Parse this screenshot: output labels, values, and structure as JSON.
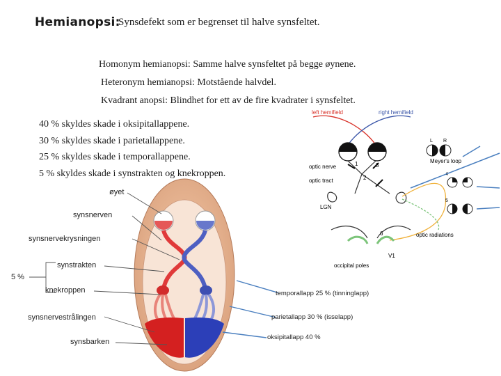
{
  "title": {
    "term": "Hemianopsi:",
    "definition": "Synsdefekt som er begrenset til halve synsfeltet."
  },
  "definitions": [
    "Homonym hemianopsi: Samme halve synsfeltet på begge øynene.",
    "Heteronym hemianopsi: Motstående halvdel.",
    "Kvadrant anopsi: Blindhet for ett av de fire kvadrater i synsfeltet."
  ],
  "causes": [
    "40 % skyldes skade i oksipitallappene.",
    "30 % skyldes skade i parietallappene.",
    "25 % skyldes skade i temporallappene.",
    "5 % skyldes skade i synstrakten og knekroppen."
  ],
  "brain_labels": {
    "eye": "øyet",
    "optic_nerve": "synsnerven",
    "chiasm": "synsnervekrysningen",
    "tract": "synstrakten",
    "lgn": "knekroppen",
    "radiation": "synsnervestrålingen",
    "cortex": "synsbarken",
    "bracket_percent": "5 %"
  },
  "lobe_labels": {
    "temporal": "temporallapp 25 % (tinninglapp)",
    "parietal": "parietallapp 30 % (isselapp)",
    "occipital": "oksipitallapp 40 %"
  },
  "pathway_diagram": {
    "left_field": "left hemifield",
    "right_field": "right hemifield",
    "optic_nerve": "optic nerve",
    "optic_tract": "optic tract",
    "lgn": "LGN",
    "meyers_loop": "Meyer's loop",
    "optic_radiations": "optic radiations",
    "occipital_poles": "occipital poles",
    "v1": "V1",
    "n1": "1",
    "n2": "2",
    "n3": "3",
    "n4": "4",
    "n5": "5",
    "n6": "6",
    "field_L": "L",
    "field_R": "R"
  },
  "colors": {
    "arrow": "#4a7fbf",
    "left_field": "#d8332a",
    "right_field": "#3a55a8",
    "red_pathway": "#e03a3a",
    "blue_pathway": "#4e5fc2",
    "green_cortex": "#7cc47a"
  }
}
